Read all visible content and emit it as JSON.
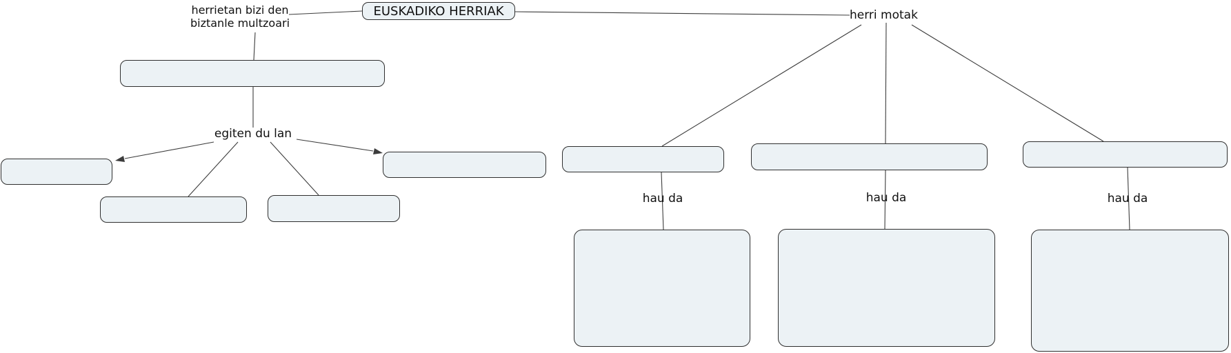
{
  "concept_map": {
    "title_node": {
      "label": "EUSKADIKO HERRIAK"
    },
    "linking_phrases": {
      "population_line1": "herrietan bizi den",
      "population_line2": "biztanle multzoari",
      "work": "egiten du lan",
      "town_types": "herri motak",
      "hau_da": [
        "hau da",
        "hau da",
        "hau da"
      ]
    },
    "colors": {
      "node_fill": "#ecf2f5",
      "node_border": "#2e2e2e",
      "connector_line": "#3c3c3c",
      "text": "#101010",
      "background": "#ffffff"
    }
  }
}
